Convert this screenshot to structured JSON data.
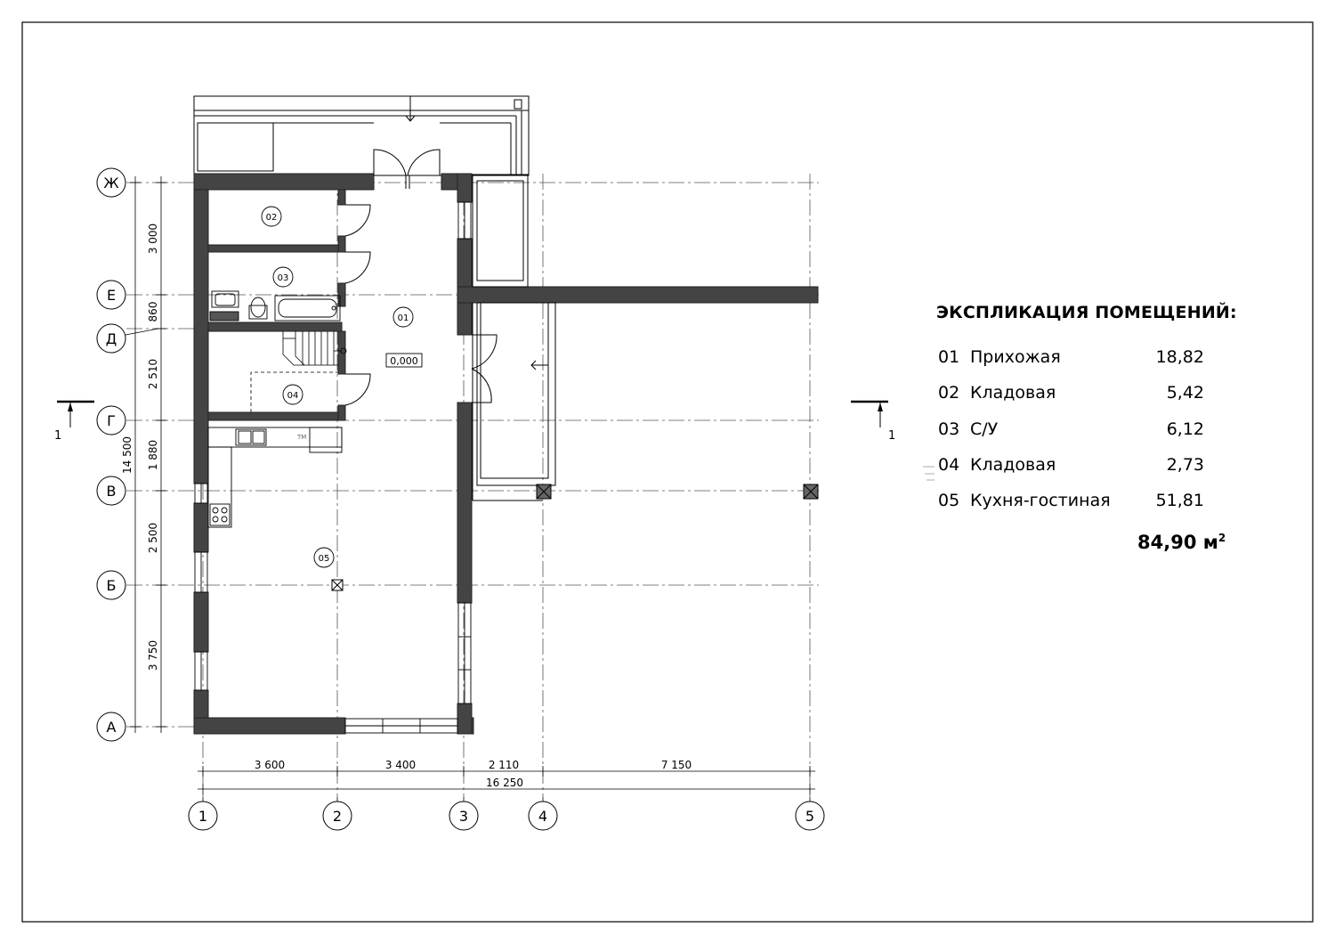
{
  "plan": {
    "grid_letters": [
      "Ж",
      "Е",
      "Д",
      "Г",
      "В",
      "Б",
      "А"
    ],
    "grid_numbers": [
      "1",
      "2",
      "3",
      "4",
      "5"
    ],
    "dims_vertical": [
      "3 000",
      "860",
      "2 510",
      "1 880",
      "2 500",
      "3 750"
    ],
    "dim_vertical_total": "14 500",
    "dims_horizontal": [
      "3 600",
      "3 400",
      "2 110",
      "7 150"
    ],
    "dim_horizontal_total": "16 250",
    "section_mark": "1",
    "room_tags": [
      "01",
      "02",
      "03",
      "04",
      "05"
    ],
    "level_mark": "0,000",
    "fridge_tag": "ТМ"
  },
  "legend": {
    "title": "ЭКСПЛИКАЦИЯ ПОМЕЩЕНИЙ:",
    "rows": [
      {
        "num": "01",
        "name": "Прихожая",
        "area": "18,82"
      },
      {
        "num": "02",
        "name": "Кладовая",
        "area": "5,42"
      },
      {
        "num": "03",
        "name": "С/У",
        "area": "6,12"
      },
      {
        "num": "04",
        "name": "Кладовая",
        "area": "2,73"
      },
      {
        "num": "05",
        "name": "Кухня-гостиная",
        "area": "51,81"
      }
    ],
    "total_value": "84,90 м",
    "total_sup": "2"
  }
}
